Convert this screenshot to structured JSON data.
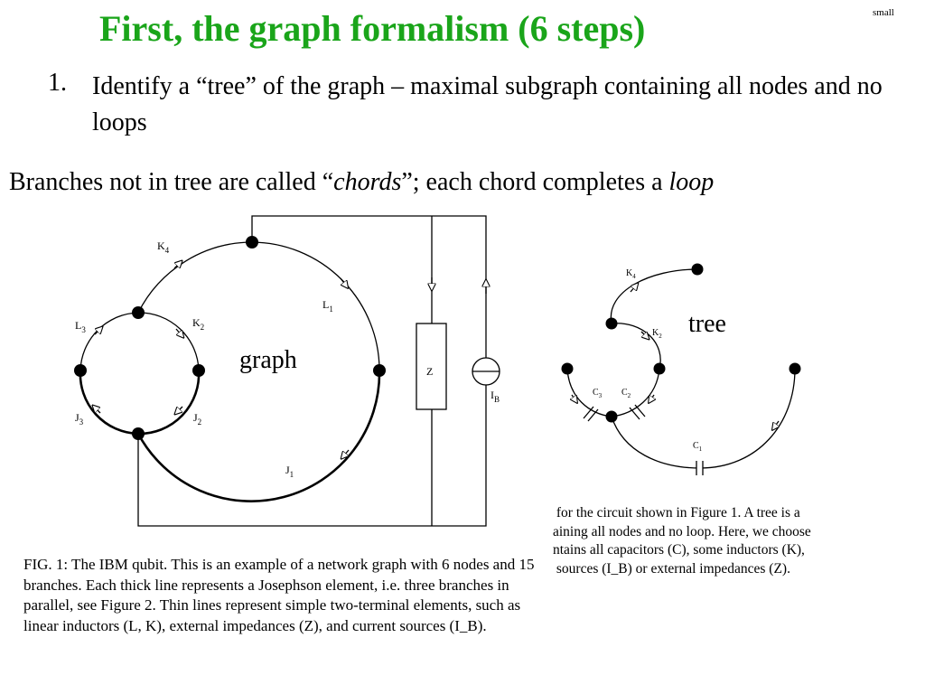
{
  "corner_note": "small",
  "title": "First, the graph formalism (6 steps)",
  "step": {
    "number": "1.",
    "text": "Identify a “tree” of the graph – maximal subgraph containing all nodes and no loops"
  },
  "chords_line": {
    "before": "Branches not in tree are called “",
    "chords": "chords",
    "middle": "”; each chord completes a ",
    "loop": "loop"
  },
  "labels": {
    "graph": "graph",
    "tree": "tree"
  },
  "graph_figure": {
    "branch_labels": [
      "K",
      "L",
      "L",
      "K",
      "J",
      "J",
      "J",
      "Z",
      "I"
    ],
    "branch_subscripts": [
      "4",
      "1",
      "3",
      "2",
      "3",
      "2",
      "1",
      "B"
    ]
  },
  "tree_figure": {
    "branch_labels": [
      "K",
      "K",
      "C",
      "C",
      "C"
    ],
    "branch_subscripts": [
      "4",
      "2",
      "3",
      "2",
      "1"
    ]
  },
  "caption_left": "FIG. 1: The IBM qubit. This is an example of a network graph with 6 nodes and 15 branches. Each thick line represents a Josephson element, i.e. three branches in parallel, see Figure 2. Thin lines represent simple two-terminal elements, such as linear inductors (L, K), external impedances (Z), and current sources (I_B).",
  "caption_right_lines": [
    " for the circuit shown in Figure 1. A tree is a",
    "aining all nodes and no loop. Here, we choose",
    "ntains all capacitors (C), some inductors (K),",
    " sources (I_B) or external impedances (Z)."
  ]
}
